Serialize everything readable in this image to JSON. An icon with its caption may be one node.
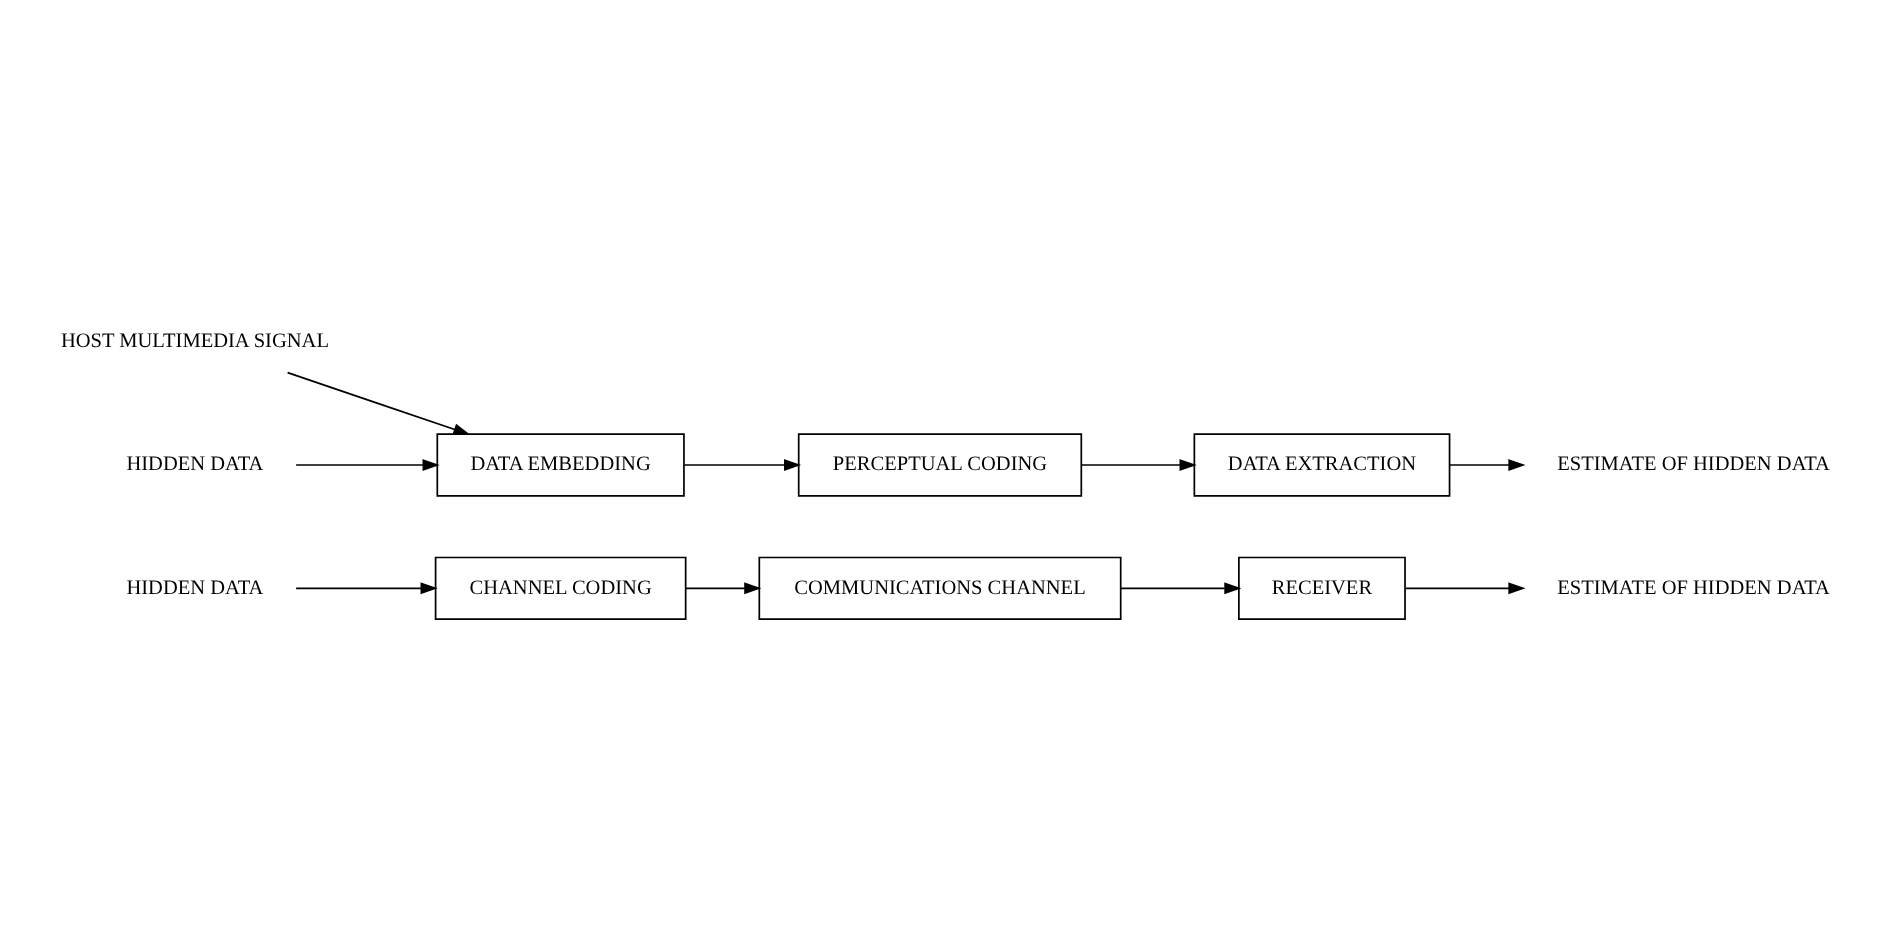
{
  "diagram": {
    "nodes": [
      {
        "text": [
          "HOST MULTIMEDIA SIGNAL"
        ]
      },
      {
        "text": [
          "HIDDEN DATA"
        ]
      },
      {
        "text": [
          "DATA EMBEDDING"
        ]
      },
      {
        "text": [
          "PERCEPTUAL CODING"
        ]
      },
      {
        "text": [
          "DATA EXTRACTION"
        ]
      },
      {
        "text": [
          "ESTIMATE OF HIDDEN DATA"
        ]
      },
      {
        "text": [
          "HIDDEN DATA"
        ]
      },
      {
        "text": [
          "CHANNEL CODING"
        ]
      },
      {
        "text": [
          "COMMUNICATIONS CHANNEL"
        ]
      },
      {
        "text": [
          "RECEIVER"
        ]
      },
      {
        "text": [
          "ESTIMATE OF HIDDEN DATA"
        ]
      }
    ],
    "edges": [
      {
        "from": 0,
        "to": 2,
        "arrow": "to"
      },
      {
        "from": 1,
        "to": 2,
        "arrow": "to"
      },
      {
        "from": 2,
        "to": 3,
        "arrow": "to"
      },
      {
        "from": 3,
        "to": 4,
        "arrow": "to"
      },
      {
        "from": 4,
        "to": 5,
        "arrow": "to"
      },
      {
        "from": 6,
        "to": 7,
        "arrow": "to"
      },
      {
        "from": 7,
        "to": 8,
        "arrow": "to"
      },
      {
        "from": 8,
        "to": 9,
        "arrow": "to"
      },
      {
        "from": 9,
        "to": 10,
        "arrow": "to"
      }
    ]
  }
}
